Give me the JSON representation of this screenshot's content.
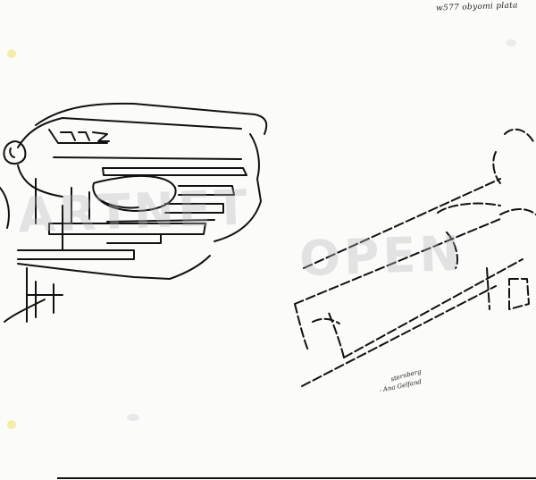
{
  "artwork": {
    "subject": "line drawing of a radio cassette player",
    "medium": "ink on paper",
    "colors": {
      "paper": "#fbfbfa",
      "ink": "#111111",
      "stain": "#f3e8a0"
    }
  },
  "annotations": {
    "top_right_note": "w577 obyomi plata",
    "signature_line1": "sternberg",
    "signature_line2": "- Ana Gelfand"
  },
  "watermark": {
    "left_text": "ARTNET",
    "right_text": "OPEN"
  }
}
